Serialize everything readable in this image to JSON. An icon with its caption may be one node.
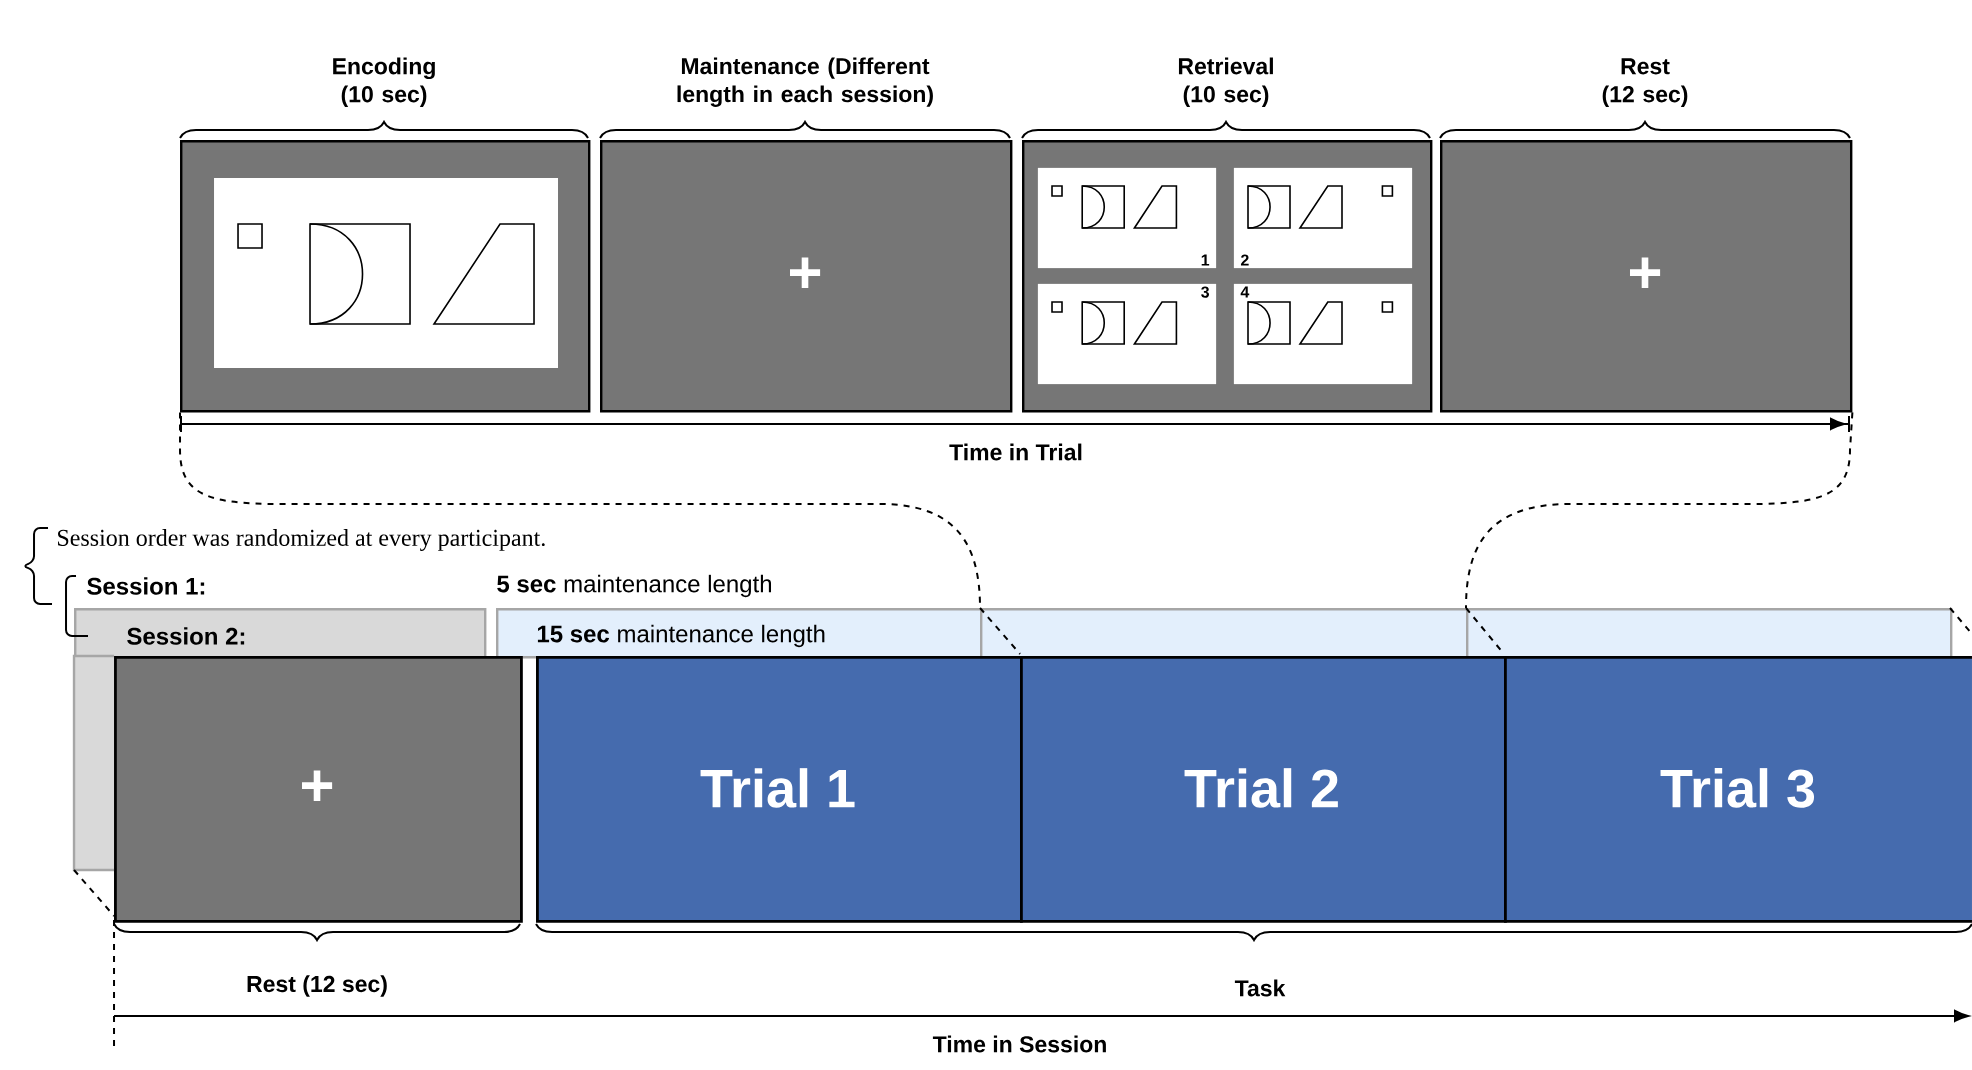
{
  "diagram": {
    "nodes": [
      {
        "text": [
          "Encoding (10 sec)"
        ]
      },
      {
        "text": [
          "Maintenance (Different length in each session)",
          "+"
        ]
      },
      {
        "text": [
          "Retrieval (10 sec)"
        ]
      },
      {
        "text": [
          "1"
        ],
        "in": 2
      },
      {
        "text": [
          "2"
        ],
        "in": 2
      },
      {
        "text": [
          "3"
        ],
        "in": 2
      },
      {
        "text": [
          "4"
        ],
        "in": 2
      },
      {
        "text": [
          "Rest (12 sec)",
          "+"
        ]
      },
      {
        "text": [
          "Session 2:"
        ]
      },
      {
        "text": [
          "**15 sec** maintenance length"
        ]
      },
      {
        "text": [],
        "shape": "box"
      },
      {
        "text": [],
        "shape": "box"
      },
      {
        "text": [
          "+"
        ],
        "beside": [
          "Rest (12 sec)"
        ]
      },
      {
        "text": [
          "Trial 1"
        ]
      },
      {
        "text": [
          "Trial 2"
        ]
      },
      {
        "text": [
          "Trial 3"
        ]
      }
    ],
    "edges": [
      {
        "from": 0,
        "to": 10,
        "arrow": "none",
        "style": "dashed"
      },
      {
        "from": 7,
        "to": 11,
        "arrow": "none",
        "style": "dashed"
      }
    ],
    "labels": [
      "Time in Trial",
      "Session order was randomized at every participant.",
      "Session 1:",
      "**5 sec** maintenance length",
      "Task",
      "Time in Session"
    ]
  }
}
